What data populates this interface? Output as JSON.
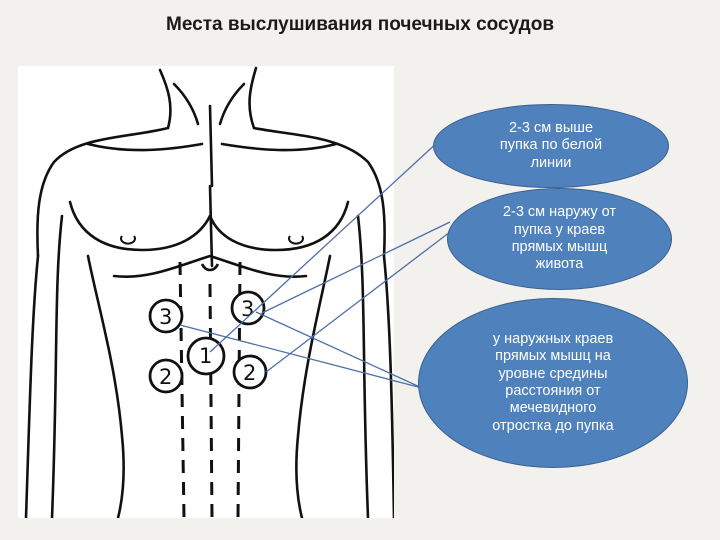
{
  "title": "Места выслушивания почечных сосудов",
  "callouts": [
    {
      "id": "1",
      "text": "2-3 см выше\nпупка по белой\nлинии"
    },
    {
      "id": "2",
      "text": "2-3 см наружу от\nпупка у краев\nпрямых мышц\nживота"
    },
    {
      "id": "3",
      "text": "у наружных краев\nпрямых мышц на\nуровне средины\nрасстояния от\nмечевидного\nотростка до пупка"
    }
  ],
  "points": [
    {
      "label": "3",
      "side": "right-upper"
    },
    {
      "label": "3",
      "side": "left-upper"
    },
    {
      "label": "1",
      "side": "midline"
    },
    {
      "label": "2",
      "side": "right-lower"
    },
    {
      "label": "2",
      "side": "left-lower"
    }
  ],
  "colors": {
    "bubble": "#4f81bd",
    "leader_line": "#4f6fa8",
    "background": "#f3f1ee"
  }
}
